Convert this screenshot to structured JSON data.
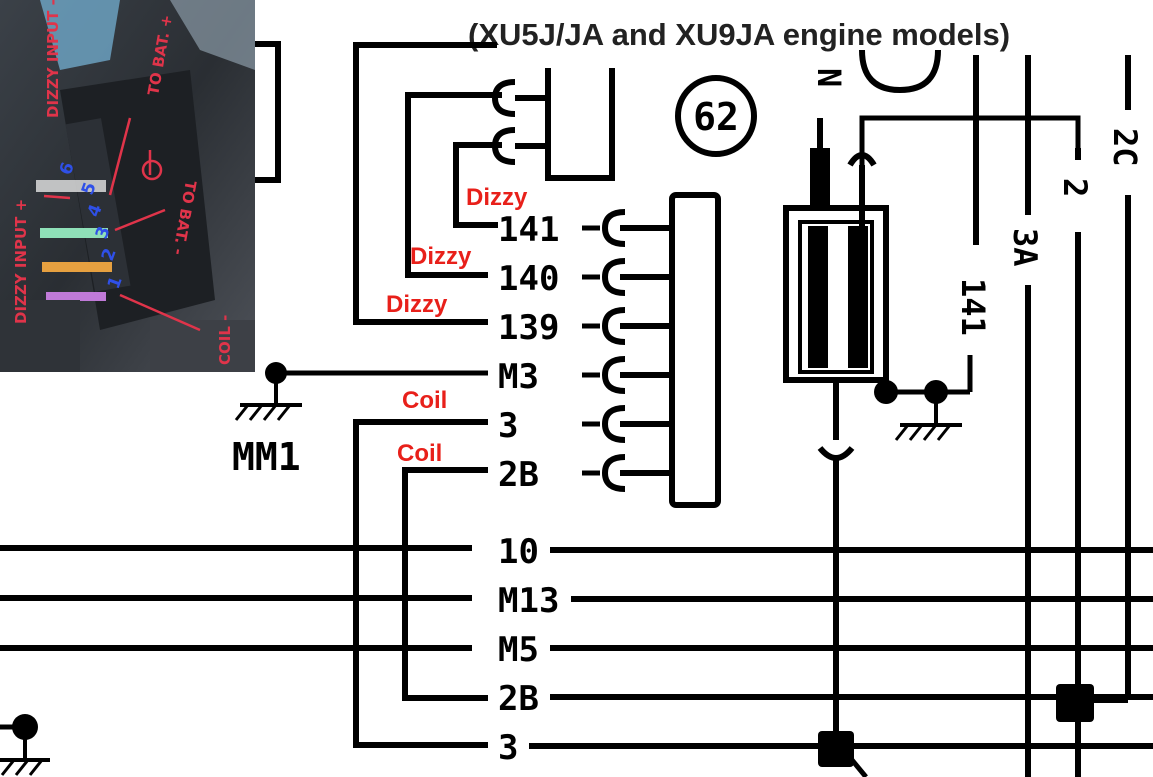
{
  "title": "(XU5J/JA and XU9JA engine models)",
  "connector_number": "62",
  "ground_label": "MM1",
  "connector_pins": [
    "141",
    "140",
    "139",
    "M3",
    "3",
    "2B"
  ],
  "bus_wires": [
    "10",
    "M13",
    "M5",
    "2B",
    "3"
  ],
  "vertical_labels": [
    "141",
    "3A",
    "2",
    "2C"
  ],
  "top_partial_label": "N",
  "annotations": {
    "dizzy_141": "Dizzy",
    "dizzy_140": "Dizzy",
    "dizzy_139": "Dizzy",
    "coil_3": "Coil",
    "coil_2b": "Coil"
  },
  "photo": {
    "labels": [
      "DIZZY INPUT +",
      "DIZZY INPUT -",
      "TO BAT. +",
      "TO BAT. -",
      "COIL -"
    ],
    "pin_numbers": [
      "6",
      "5",
      "4",
      "3",
      "2",
      "1"
    ]
  },
  "colors": {
    "annotation": "#e8201a",
    "line": "#000000",
    "photo_ink_red": "#e0344a",
    "photo_ink_blue": "#2f50e8"
  }
}
